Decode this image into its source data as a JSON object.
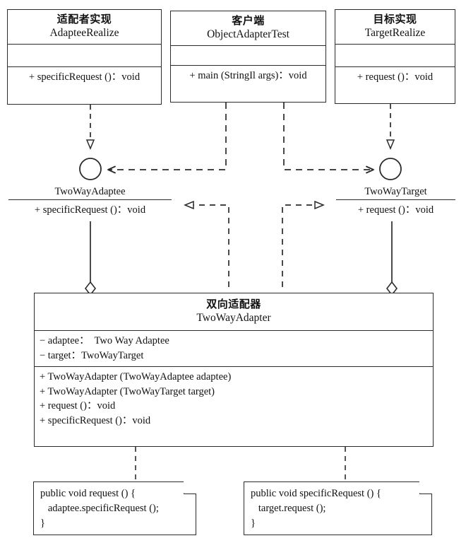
{
  "diagram": {
    "kind": "uml-class-diagram",
    "title_cn": "双向适配器",
    "stroke_color": "#2b2b2b",
    "background": "#ffffff"
  },
  "classes": {
    "adaptee_realize": {
      "name_cn": "适配者实现",
      "name_en": "AdapteeRealize",
      "attributes": [],
      "methods": [
        "+ specificRequest ()：void"
      ]
    },
    "client": {
      "name_cn": "客户端",
      "name_en": "ObjectAdapterTest",
      "attributes": [],
      "methods": [
        "+ main (StringIl args)：void"
      ]
    },
    "target_realize": {
      "name_cn": "目标实现",
      "name_en": "TargetRealize",
      "attributes": [],
      "methods": [
        "+ request ()：void"
      ]
    },
    "two_way_adapter": {
      "name_cn": "双向适配器",
      "name_en": "TwoWayAdapter",
      "attributes": [
        "− adaptee：  Two Way Adaptee",
        "− target：TwoWayTarget"
      ],
      "methods": [
        "+ TwoWayAdapter (TwoWayAdaptee adaptee)",
        "+ TwoWayAdapter (TwoWayTarget target)",
        "+ request ()：void",
        "+ specificRequest ()：void"
      ]
    }
  },
  "interfaces": {
    "two_way_adaptee": {
      "name": "TwoWayAdaptee",
      "method": "+ specificRequest ()：void"
    },
    "two_way_target": {
      "name": "TwoWayTarget",
      "method": "+ request ()：void"
    }
  },
  "notes": {
    "request_note": {
      "lines": [
        "public void request () {",
        "   adaptee.specificRequest ();",
        "}"
      ]
    },
    "specific_request_note": {
      "lines": [
        "public void specificRequest () {",
        "   target.request ();",
        "}"
      ]
    }
  },
  "connectors": [
    {
      "name": "adapteerealize-realizes-twowayadaptee",
      "style": "dashed",
      "head": "hollow-triangle"
    },
    {
      "name": "targetrealize-realizes-twowaytarget",
      "style": "dashed",
      "head": "hollow-triangle"
    },
    {
      "name": "client-depends-twowayadaptee",
      "style": "dashed",
      "head": "open-arrow"
    },
    {
      "name": "client-depends-twowaytarget",
      "style": "dashed",
      "head": "open-arrow"
    },
    {
      "name": "adapter-realizes-twowayadaptee",
      "style": "dashed",
      "head": "hollow-triangle"
    },
    {
      "name": "adapter-realizes-twowaytarget",
      "style": "dashed",
      "head": "hollow-triangle"
    },
    {
      "name": "adapter-aggregates-twowayadaptee",
      "style": "solid",
      "head": "hollow-diamond"
    },
    {
      "name": "adapter-aggregates-twowaytarget",
      "style": "solid",
      "head": "hollow-diamond"
    },
    {
      "name": "adapter-note-request",
      "style": "dashed",
      "head": "none"
    },
    {
      "name": "adapter-note-specific-request",
      "style": "dashed",
      "head": "none"
    }
  ]
}
